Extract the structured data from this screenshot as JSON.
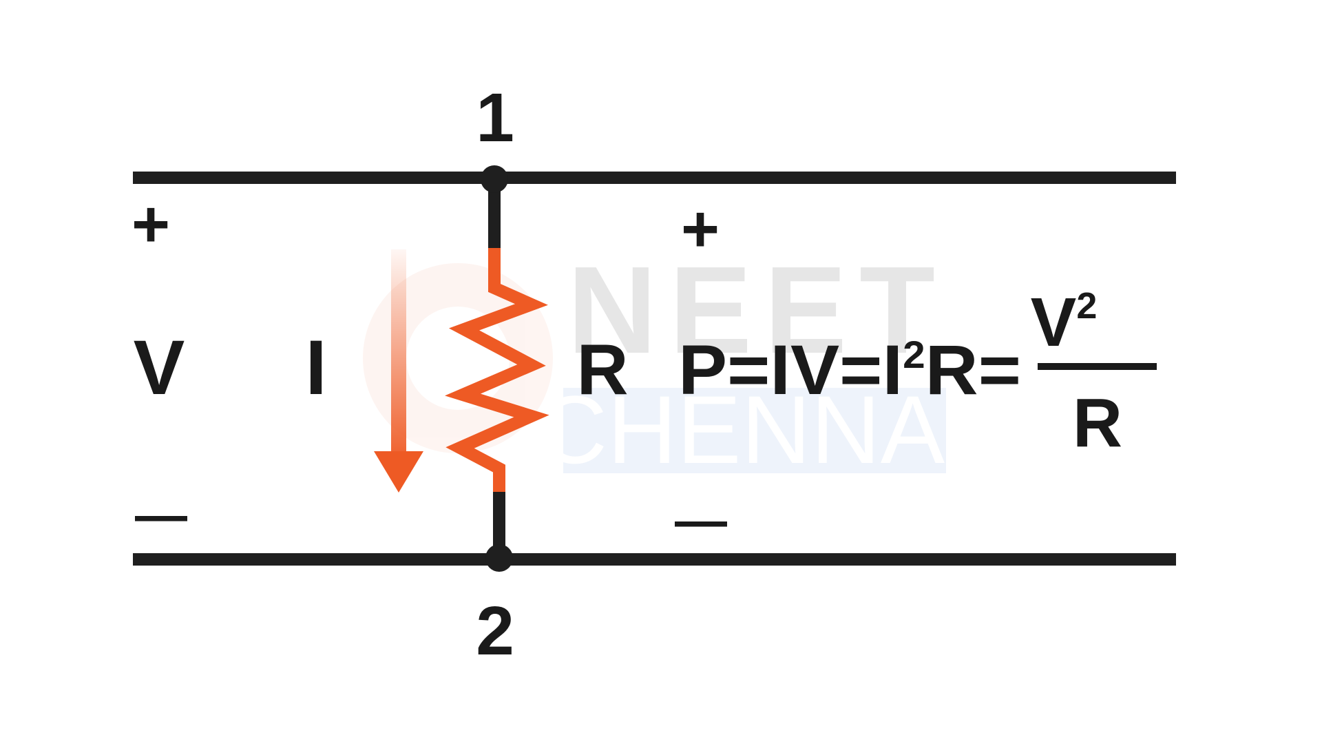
{
  "labels": {
    "node_top": "1",
    "node_bottom": "2",
    "plus_left": "+",
    "plus_right": "+",
    "minus_left": "—",
    "minus_right": "—",
    "voltage": "V",
    "current": "I",
    "resistor": "R"
  },
  "formula": {
    "part1": "P=IV=I",
    "sup1": "2",
    "part2": "R=",
    "numerator": "V",
    "numerator_sup": "2",
    "denominator": "R"
  },
  "watermark": {
    "line1": "NEET",
    "line2": "CHENNAI"
  },
  "colors": {
    "wire": "#1f1f1f",
    "resistor": "#ee5a24",
    "arrow": "#ee5a24",
    "text": "#1a1a1a",
    "watermark_text": "#e6e6e6",
    "watermark_box": "#eef3fb"
  }
}
